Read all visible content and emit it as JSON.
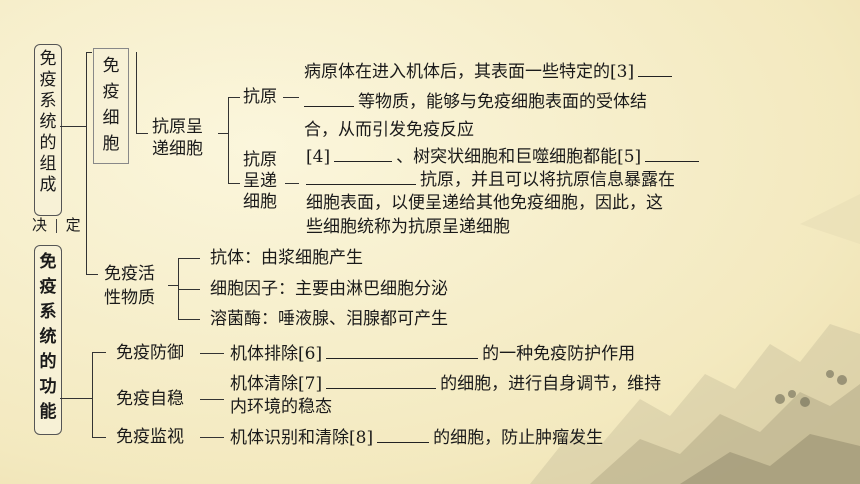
{
  "left": {
    "composition": [
      "免",
      "疫",
      "系",
      "统",
      "的",
      "组",
      "成"
    ],
    "decide": [
      "决",
      "定"
    ],
    "function": [
      "免",
      "疫",
      "系",
      "统",
      "的",
      "功",
      "能"
    ]
  },
  "cells": {
    "label": [
      "免",
      "疫",
      "细",
      "胞"
    ],
    "apc": "抗原呈递细胞",
    "apc_line1": "抗原呈",
    "apc_line2": "递细胞"
  },
  "antigen": {
    "label": "抗原",
    "line1": "病原体在进入机体后，其表面一些特定的[3]",
    "line2": "等物质，能够与免疫细胞表面的受体结",
    "line3": "合，从而引发免疫反应"
  },
  "apc_detail": {
    "label1": "抗原",
    "label2": "呈递",
    "label3": "细胞",
    "line1a": "[4]",
    "line1b": "、树突状细胞和巨噬细胞都能[5]",
    "line2": "抗原，并且可以将抗原信息暴露在",
    "line3": "细胞表面，以便呈递给其他免疫细胞，因此，这",
    "line4": "些细胞统称为抗原呈递细胞"
  },
  "active": {
    "label1": "免疫活",
    "label2": "性物质",
    "items": [
      "抗体：由浆细胞产生",
      "细胞因子：主要由淋巴细胞分泌",
      "溶菌酶：唾液腺、泪腺都可产生"
    ]
  },
  "functions": {
    "defense_label": "免疫防御",
    "defense_a": "机体排除[6]",
    "defense_b": "的一种免疫防护作用",
    "homeo_label": "免疫自稳",
    "homeo_a": "机体清除[7]",
    "homeo_b": "的细胞，进行自身调节，维持",
    "homeo_c": "内环境的稳态",
    "surv_label": "免疫监视",
    "surv_a": "机体识别和清除[8]",
    "surv_b": "的细胞，防止肿瘤发生"
  }
}
